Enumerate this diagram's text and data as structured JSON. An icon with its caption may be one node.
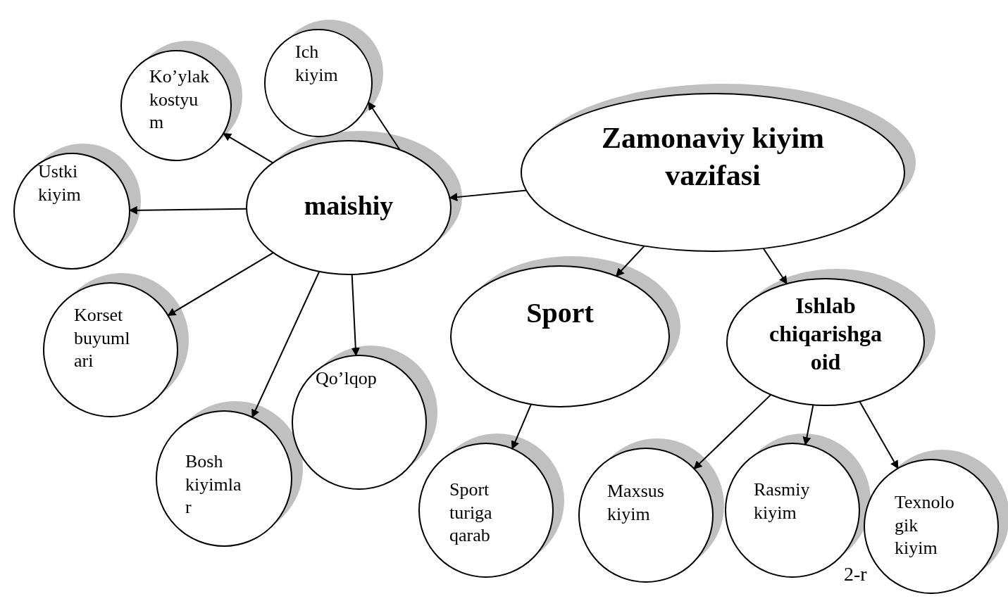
{
  "diagram": {
    "nodes": [
      {
        "text": [
          "Zamonaviy kiyim vazifasi"
        ]
      },
      {
        "text": [
          "maishiy"
        ]
      },
      {
        "text": [
          "Sport"
        ]
      },
      {
        "text": [
          "Ishlab chiqarishga oid"
        ]
      },
      {
        "text": [
          "Ich kiyim"
        ]
      },
      {
        "text": [
          "Ko’ylak kostyu m"
        ]
      },
      {
        "text": [
          "Ustki kiyim"
        ]
      },
      {
        "text": [
          "Korset buyuml ari"
        ]
      },
      {
        "text": [
          "Bosh kiyimla r"
        ]
      },
      {
        "text": [
          "Qo’lqop"
        ]
      },
      {
        "text": [
          "Sport turiga qarab"
        ]
      },
      {
        "text": [
          "Maxsus kiyim"
        ]
      },
      {
        "text": [
          "Rasmiy kiyim"
        ]
      },
      {
        "text": [
          "Texnolo gik kiyim"
        ]
      }
    ],
    "edges": [
      {
        "from": 0,
        "to": 1,
        "arrow": "to"
      },
      {
        "from": 0,
        "to": 2,
        "arrow": "to"
      },
      {
        "from": 0,
        "to": 3,
        "arrow": "to"
      },
      {
        "from": 1,
        "to": 4,
        "arrow": "to"
      },
      {
        "from": 1,
        "to": 5,
        "arrow": "to"
      },
      {
        "from": 1,
        "to": 6,
        "arrow": "to"
      },
      {
        "from": 1,
        "to": 7,
        "arrow": "to"
      },
      {
        "from": 1,
        "to": 8,
        "arrow": "to"
      },
      {
        "from": 1,
        "to": 9,
        "arrow": "to"
      },
      {
        "from": 2,
        "to": 10,
        "arrow": "to"
      },
      {
        "from": 3,
        "to": 11,
        "arrow": "to"
      },
      {
        "from": 3,
        "to": 12,
        "arrow": "to"
      },
      {
        "from": 3,
        "to": 13,
        "arrow": "to"
      }
    ],
    "labels": [
      "2-r"
    ]
  }
}
